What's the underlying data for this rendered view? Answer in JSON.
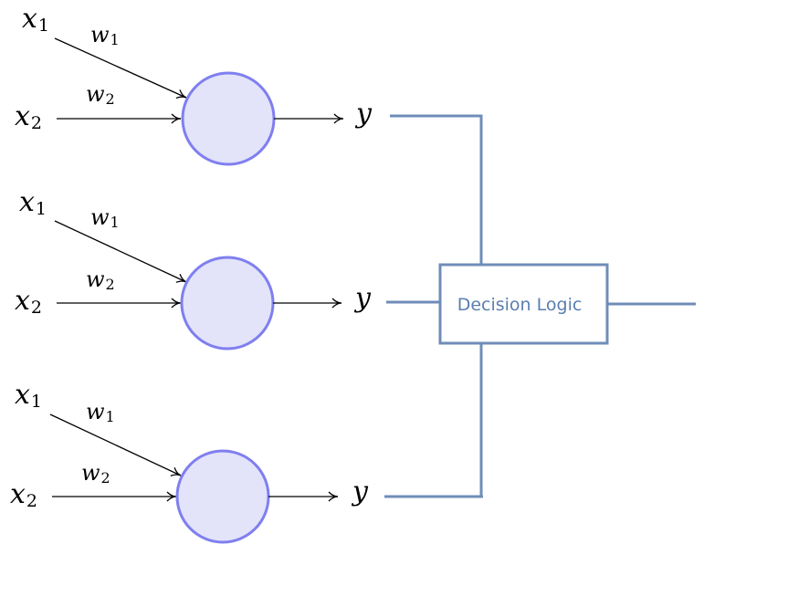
{
  "neurons": [
    {
      "input_1": {
        "var": "x",
        "sub": "1"
      },
      "input_2": {
        "var": "x",
        "sub": "2"
      },
      "weight_1": {
        "var": "w",
        "sub": "1"
      },
      "weight_2": {
        "var": "w",
        "sub": "2"
      },
      "output": "y"
    },
    {
      "input_1": {
        "var": "x",
        "sub": "1"
      },
      "input_2": {
        "var": "x",
        "sub": "2"
      },
      "weight_1": {
        "var": "w",
        "sub": "1"
      },
      "weight_2": {
        "var": "w",
        "sub": "2"
      },
      "output": "y"
    },
    {
      "input_1": {
        "var": "x",
        "sub": "1"
      },
      "input_2": {
        "var": "x",
        "sub": "2"
      },
      "weight_1": {
        "var": "w",
        "sub": "1"
      },
      "weight_2": {
        "var": "w",
        "sub": "2"
      },
      "output": "y"
    }
  ],
  "decision_box": {
    "label": "Decision Logic"
  },
  "colors": {
    "neuron_fill": "#e3e3fa",
    "neuron_stroke": "#7f7ff0",
    "wire": "#6f8db8",
    "box_text": "#5a7fb0",
    "arrow": "#000000"
  }
}
